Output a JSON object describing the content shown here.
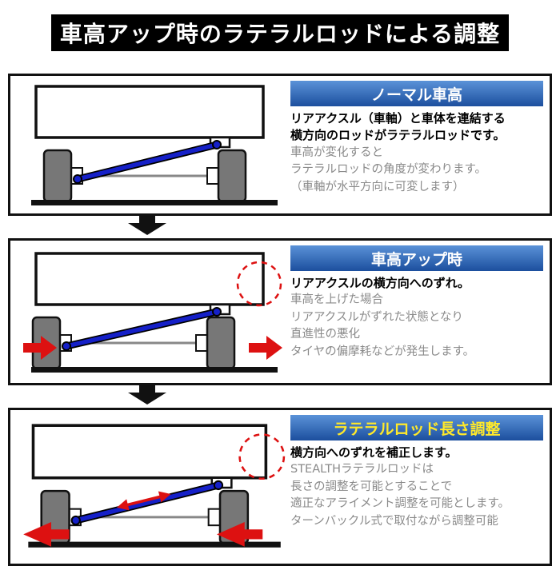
{
  "title": "車高アップ時のラテラルロッドによる調整",
  "panels": [
    {
      "header": "ノーマル車高",
      "header_text_color": "#ffffff",
      "bold_lines": [
        "リアアクスル（車軸）と車体を連結する",
        "横方向のロッドがラテラルロッドです。"
      ],
      "gray_lines": [
        "車高が変化すると",
        "ラテラルロッドの角度が変わります。",
        "（車軸が水平方向に可変します）"
      ]
    },
    {
      "header": "車高アップ時",
      "header_text_color": "#ffffff",
      "bold_lines": [
        "リアアクスルの横方向へのずれ。"
      ],
      "gray_lines": [
        "車高を上げた場合",
        "リアアクスルがずれた状態となり",
        "直進性の悪化",
        "タイヤの偏摩耗などが発生します。"
      ]
    },
    {
      "header": "ラテラルロッド長さ調整",
      "header_text_color": "#ffe92a",
      "bold_lines": [
        "横方向へのずれを補正します。"
      ],
      "gray_lines": [
        "STEALTHラテラルロッドは",
        "長さの調整を可能とすることで",
        "適正なアライメント調整を可能とします。",
        "ターンバックル式で取付ながら調整可能"
      ]
    }
  ],
  "colors": {
    "title_bg": "#000000",
    "title_text": "#ffffff",
    "header_blue_top": "#5a92d8",
    "header_blue_bottom": "#1c4f9e",
    "rod_blue": "#1520c8",
    "accent_red": "#dd1111",
    "wheel_gray": "#777777",
    "gray_text": "#8a8a8a"
  },
  "icons": {
    "down_arrow": "down-arrow-icon",
    "shift_arrow": "shift-arrow-icon",
    "length_adjust_arrow": "length-adjust-arrow-icon",
    "misalignment_circle": "misalignment-highlight-circle"
  }
}
